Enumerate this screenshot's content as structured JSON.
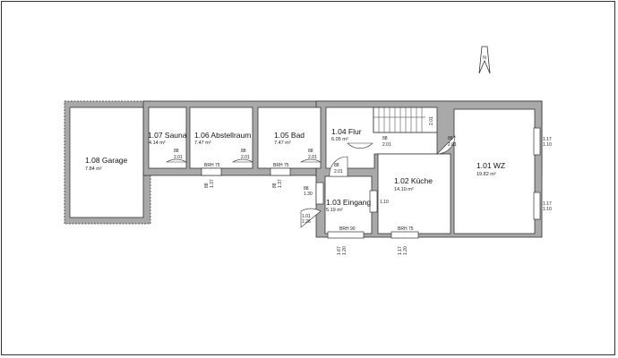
{
  "rooms": [
    {
      "id": "1.08",
      "name": "1.08 Garage",
      "area": "7.84 m²"
    },
    {
      "id": "1.07",
      "name": "1.07 Sauna",
      "area": "4.14 m²"
    },
    {
      "id": "1.06",
      "name": "1.06 Abstellraum",
      "area": "7.47 m²"
    },
    {
      "id": "1.05",
      "name": "1.05 Bad",
      "area": "7.47 m²"
    },
    {
      "id": "1.04",
      "name": "1.04 Flur",
      "area": "6.05 m²"
    },
    {
      "id": "1.03",
      "name": "1.03 Eingang",
      "area": "5.19 m²"
    },
    {
      "id": "1.02",
      "name": "1.02 Küche",
      "area": "14.10 m²"
    },
    {
      "id": "1.01",
      "name": "1.01 WZ",
      "area": "19.82 m²"
    }
  ],
  "doors": [
    {
      "w": "88",
      "h": "2.01"
    },
    {
      "w": "88",
      "h": "2.01"
    },
    {
      "w": "88",
      "h": "2.01"
    },
    {
      "w": "88",
      "h": "2.01"
    },
    {
      "w": "88",
      "h": "2.01"
    },
    {
      "w": "88",
      "h": "2.01"
    },
    {
      "w": "88",
      "h": "2.01"
    },
    {
      "w": "1.01",
      "h": "2.26"
    }
  ],
  "windows": {
    "brh75": "BRH 75",
    "brh90": "BRH 90",
    "w1": "1.17",
    "h1": "1.10",
    "w2": "88",
    "h2": "1.30",
    "w3": "1.01",
    "h3": "1.10",
    "w4": "1.67",
    "h4": "1.20",
    "w5": "88",
    "h5": "1.37"
  },
  "stairs": {
    "label": "2.01"
  },
  "north_arrow": {
    "label": "N"
  }
}
